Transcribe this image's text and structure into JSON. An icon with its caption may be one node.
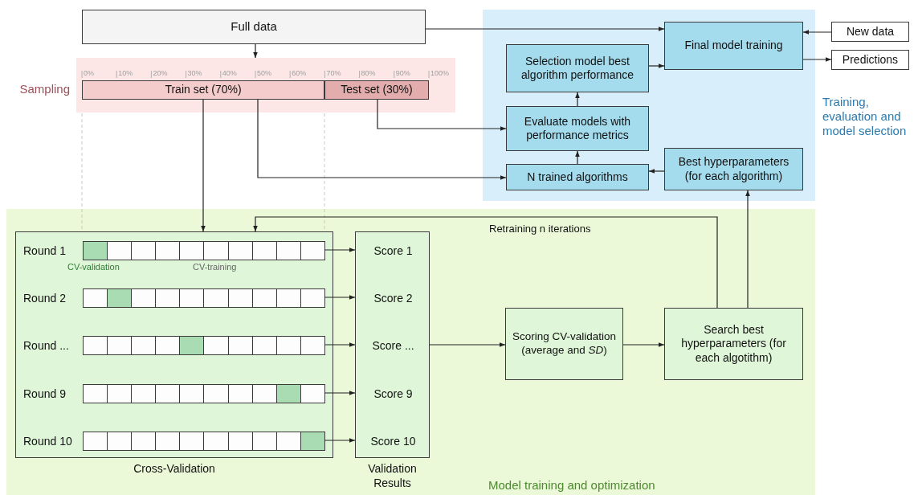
{
  "diagram": {
    "nodes": [
      {
        "text": [
          "Full data"
        ]
      },
      {
        "text": [
          "Sampling"
        ]
      },
      {
        "text": [
          "Train set (70%)"
        ],
        "in": 1
      },
      {
        "text": [
          "Test set (30%)"
        ],
        "in": 1
      },
      {
        "text": [
          "Training, evaluation and model selection"
        ]
      },
      {
        "text": [
          "Final model training"
        ],
        "in": 4
      },
      {
        "text": [
          "Selection model best algorithm performance"
        ],
        "in": 4
      },
      {
        "text": [
          "Evaluate models with performance metrics"
        ],
        "in": 4
      },
      {
        "text": [
          "N trained algorithms"
        ],
        "in": 4
      },
      {
        "text": [
          "Best hyperparameters (for each algorithm)"
        ],
        "in": 4
      },
      {
        "text": [
          "New data"
        ]
      },
      {
        "text": [
          "Predictions"
        ]
      },
      {
        "text": [
          "Model training and optimization"
        ]
      },
      {
        "text": [
          "Cross-Validation"
        ],
        "in": 12
      },
      {
        "text": [
          "Round 1"
        ],
        "in": 13
      },
      {
        "text": [
          "Round 2"
        ],
        "in": 13
      },
      {
        "text": [
          "Round ..."
        ],
        "in": 13
      },
      {
        "text": [
          "Round 9"
        ],
        "in": 13
      },
      {
        "text": [
          "Round 10"
        ],
        "in": 13
      },
      {
        "text": [
          "Validation Results"
        ],
        "in": 12
      },
      {
        "text": [
          "Score 1"
        ],
        "in": 19
      },
      {
        "text": [
          "Score 2"
        ],
        "in": 19
      },
      {
        "text": [
          "Score ..."
        ],
        "in": 19
      },
      {
        "text": [
          "Score 9"
        ],
        "in": 19
      },
      {
        "text": [
          "Score 10"
        ],
        "in": 19
      },
      {
        "text": [
          "Scoring CV-validation (average and *SD*)"
        ],
        "in": 12
      },
      {
        "text": [
          "Search best hyperparameters (for each algotithm)"
        ],
        "in": 12
      }
    ],
    "edges": [
      {
        "from": 0,
        "to": 1,
        "arrow": "to"
      },
      {
        "from": 0,
        "to": 5,
        "arrow": "to"
      },
      {
        "from": 2,
        "to": 13,
        "arrow": "to"
      },
      {
        "from": 2,
        "to": 8,
        "arrow": "to"
      },
      {
        "from": 3,
        "to": 7,
        "arrow": "to"
      },
      {
        "from": 8,
        "to": 7,
        "arrow": "to"
      },
      {
        "from": 7,
        "to": 6,
        "arrow": "to"
      },
      {
        "from": 6,
        "to": 5,
        "arrow": "to"
      },
      {
        "from": 9,
        "to": 8,
        "arrow": "to"
      },
      {
        "from": 10,
        "to": 5,
        "arrow": "to"
      },
      {
        "from": 5,
        "to": 11,
        "arrow": "to"
      },
      {
        "from": 14,
        "to": 20,
        "arrow": "to"
      },
      {
        "from": 15,
        "to": 21,
        "arrow": "to"
      },
      {
        "from": 16,
        "to": 22,
        "arrow": "to"
      },
      {
        "from": 17,
        "to": 23,
        "arrow": "to"
      },
      {
        "from": 18,
        "to": 24,
        "arrow": "to"
      },
      {
        "from": 19,
        "to": 25,
        "arrow": "to"
      },
      {
        "from": 25,
        "to": 26,
        "arrow": "to"
      },
      {
        "from": 26,
        "to": 13,
        "arrow": "to",
        "label": "Retraining n iterations"
      },
      {
        "from": 26,
        "to": 9,
        "arrow": "to"
      }
    ],
    "labels": [
      "0%",
      "10%",
      "20%",
      "30%",
      "40%",
      "50%",
      "60%",
      "70%",
      "80%",
      "90%",
      "100%",
      "CV-validation",
      "CV-training"
    ]
  }
}
